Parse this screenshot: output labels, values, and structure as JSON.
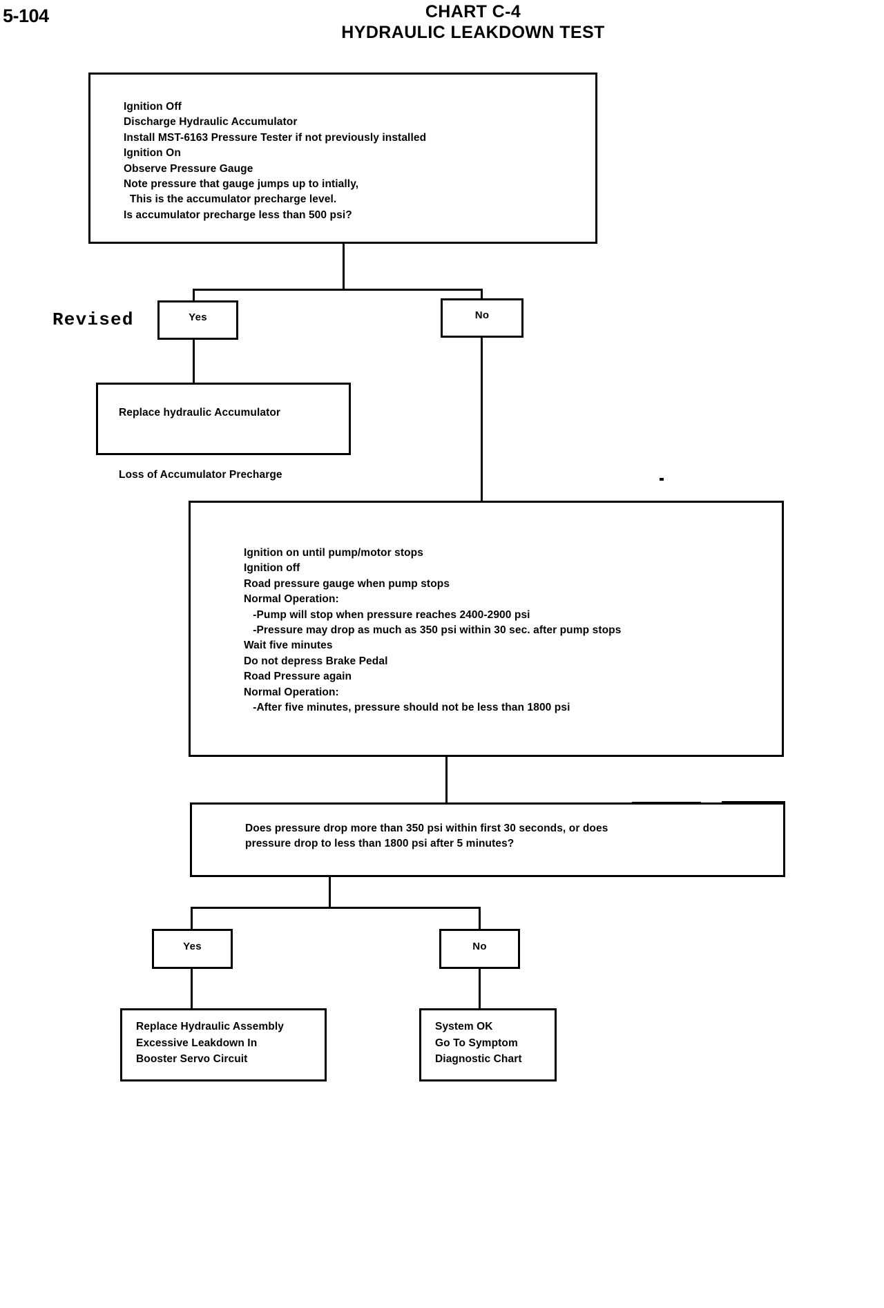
{
  "header": {
    "page_number": "5-104",
    "chart_id": "CHART C-4",
    "chart_title": "HYDRAULIC LEAKDOWN TEST"
  },
  "annotations": {
    "revised_stamp": "Revised"
  },
  "chart_data": {
    "type": "diagram",
    "title": "CHART C-4 HYDRAULIC LEAKDOWN TEST",
    "nodes": [
      {
        "id": "initial-check",
        "kind": "process",
        "text": "Ignition Off\nDischarge Hydraulic Accumulator\nInstall MST-6163 Pressure Tester if not previously installed\nIgnition On\nObserve Pressure Gauge\nNote pressure that gauge jumps up to intially,\n  This is the accumulator precharge level.\nIs accumulator precharge less than 500 psi?"
      },
      {
        "id": "yes-1",
        "kind": "decision-branch",
        "text": "Yes"
      },
      {
        "id": "no-1",
        "kind": "decision-branch",
        "text": "No"
      },
      {
        "id": "replace-accumulator",
        "kind": "terminal",
        "text": "Replace hydraulic Accumulator\n\nLoss of Accumulator Precharge"
      },
      {
        "id": "leakdown-procedure",
        "kind": "process",
        "text": "Ignition on until pump/motor stops\nIgnition off\nRoad pressure gauge when pump stops\nNormal Operation:\n   -Pump will stop when pressure reaches 2400-2900 psi\n   -Pressure may drop as much as 350 psi within 30 sec. after pump stops\nWait five minutes\nDo not depress Brake Pedal\nRoad Pressure again\nNormal Operation:\n   -After five minutes, pressure should not be less than 1800 psi"
      },
      {
        "id": "leakdown-question",
        "kind": "decision",
        "text": "Does pressure drop more than 350 psi within first 30 seconds, or does\npressure drop to less than 1800 psi after 5 minutes?"
      },
      {
        "id": "yes-2",
        "kind": "decision-branch",
        "text": "Yes"
      },
      {
        "id": "no-2",
        "kind": "decision-branch",
        "text": "No"
      },
      {
        "id": "replace-assembly",
        "kind": "terminal",
        "text": "Replace Hydraulic Assembly\nExcessive Leakdown In\nBooster Servo Circuit"
      },
      {
        "id": "system-ok",
        "kind": "terminal",
        "text": "System OK\nGo To Symptom\nDiagnostic Chart"
      }
    ],
    "edges": [
      {
        "from": "initial-check",
        "to": "yes-1"
      },
      {
        "from": "initial-check",
        "to": "no-1"
      },
      {
        "from": "yes-1",
        "to": "replace-accumulator"
      },
      {
        "from": "no-1",
        "to": "leakdown-procedure"
      },
      {
        "from": "leakdown-procedure",
        "to": "leakdown-question"
      },
      {
        "from": "leakdown-question",
        "to": "yes-2"
      },
      {
        "from": "leakdown-question",
        "to": "no-2"
      },
      {
        "from": "yes-2",
        "to": "replace-assembly"
      },
      {
        "from": "no-2",
        "to": "system-ok"
      }
    ],
    "values": {
      "precharge_threshold_psi": 500,
      "pump_stop_pressure_psi": "2400-2900",
      "max_drop_psi": 350,
      "drop_window_sec": 30,
      "wait_minutes": 5,
      "min_pressure_after_wait_psi": 1800
    }
  }
}
